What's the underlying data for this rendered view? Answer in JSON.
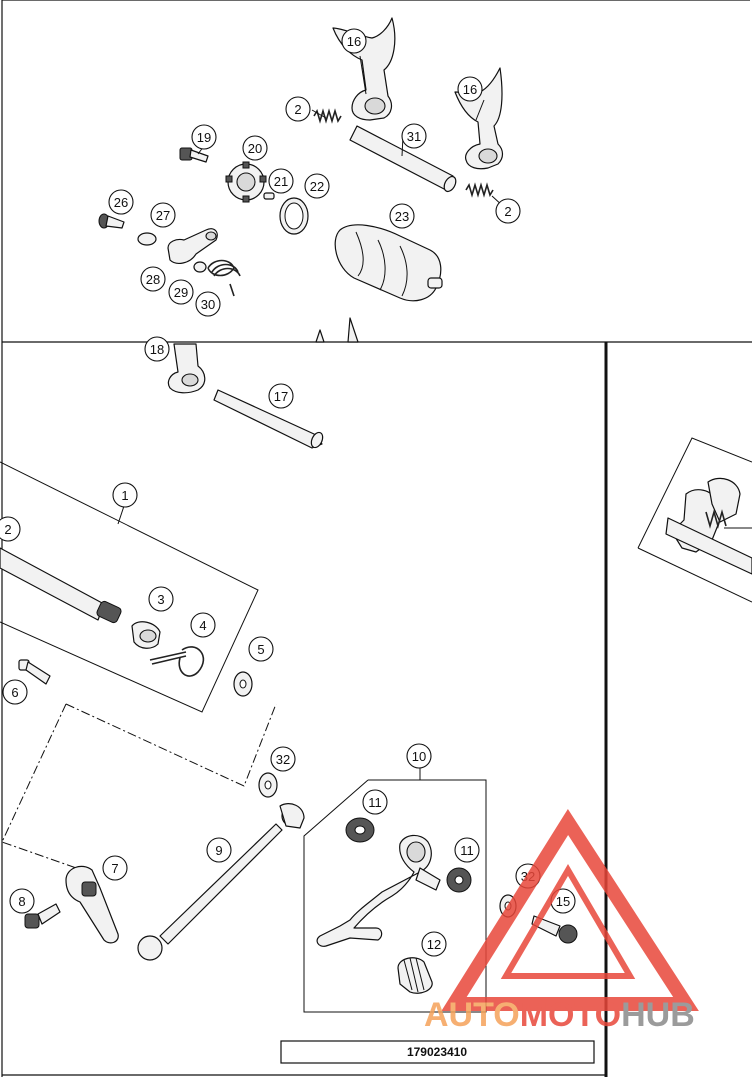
{
  "diagram": {
    "callouts": [
      "16",
      "2",
      "31",
      "16",
      "19",
      "20",
      "21",
      "22",
      "2",
      "26",
      "27",
      "23",
      "28",
      "29",
      "30",
      "18",
      "17",
      "1",
      "2",
      "3",
      "4",
      "5",
      "6",
      "32",
      "10",
      "11",
      "7",
      "9",
      "11",
      "8",
      "32",
      "15",
      "12"
    ],
    "doc_number": "179023410"
  },
  "watermark": {
    "text_part1": "AUTO",
    "text_part2": "MOTO",
    "text_part3": "HUB",
    "colors": {
      "red": "#e8473a",
      "orange": "#f5a25a",
      "gray": "#8a8a8a"
    }
  }
}
